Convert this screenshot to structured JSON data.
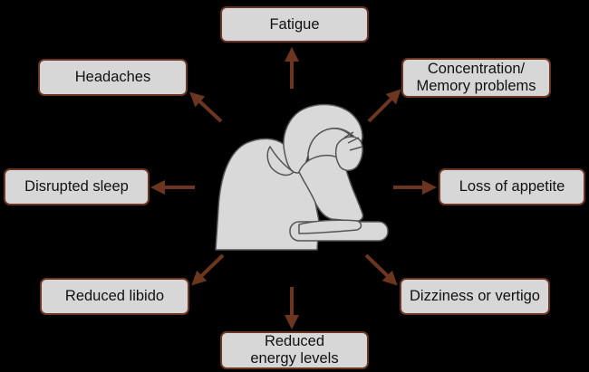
{
  "symptoms": {
    "fatigue": "Fatigue",
    "headaches": "Headaches",
    "concentration_line1": "Concentration/",
    "concentration_line2": "Memory problems",
    "disrupted_sleep": "Disrupted sleep",
    "loss_of_appetite": "Loss of appetite",
    "reduced_libido": "Reduced libido",
    "dizziness": "Dizziness or vertigo",
    "energy_line1": "Reduced",
    "energy_line2": "energy levels"
  },
  "colors": {
    "background": "#000000",
    "box_fill": "#d7d7d7",
    "box_border": "#6b3520",
    "arrow": "#6b3520",
    "figure_fill": "#d9d9d9",
    "figure_line": "#555555"
  }
}
